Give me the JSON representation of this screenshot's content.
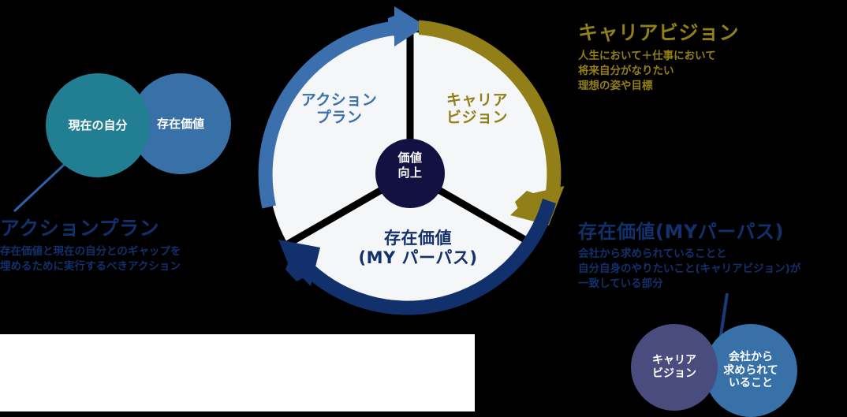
{
  "theme": {
    "background": "#000000",
    "panel": "#ffffff",
    "blue": "#3871A8",
    "arc_blue": "#3C6FAE",
    "gold": "#927F18",
    "navy": "#12306B",
    "center_navy": "#131142",
    "teal": "#227E92",
    "purple": "#4A4C7E",
    "sector_fill": "#F5F6F8"
  },
  "cycle": {
    "center_label": "価値\n向上",
    "sectors": [
      {
        "id": "action-plan",
        "label": "アクション\nプラン",
        "color": "#3871A8"
      },
      {
        "id": "career-vision",
        "label": "キャリア\nビジョン",
        "color": "#927F18"
      },
      {
        "id": "my-purpose",
        "label": "存在価値\n(MY パーパス)",
        "color": "#12306B"
      }
    ]
  },
  "venn_left": {
    "circles": [
      {
        "id": "current-self",
        "label": "現在の自分",
        "color": "#227E92"
      },
      {
        "id": "existence-value",
        "label": "存在価値",
        "color": "#3871A8"
      }
    ]
  },
  "venn_right": {
    "circles": [
      {
        "id": "career-vision",
        "label": "キャリア\nビジョン",
        "color": "#4A4C7E"
      },
      {
        "id": "company-expectation",
        "label": "会社から\n求められて\nいること",
        "color": "#3871A8"
      }
    ]
  },
  "captions": {
    "action_plan": {
      "title": "アクションプラン",
      "body": "存在価値と現在の自分とのギャップを\n埋めるために実行するべきアクション"
    },
    "career_vision": {
      "title": "キャリアビジョン",
      "body": "人生において＋仕事において\n将来自分がなりたい\n理想の姿や目標"
    },
    "my_purpose": {
      "title": "存在価値(MYパーパス)",
      "body": "会社から求められていることと\n自分自身のやりたいこと(キャリアビジョン)が\n一致している部分"
    }
  }
}
